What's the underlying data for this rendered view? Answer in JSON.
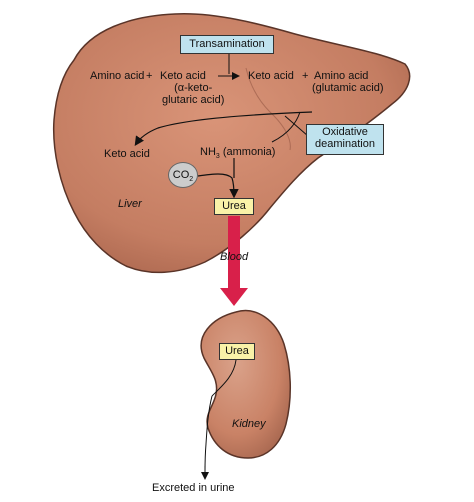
{
  "diagram": {
    "transamination": "Transamination",
    "reaction": {
      "amino_acid_1": "Amino acid",
      "plus_1": "+",
      "keto_acid_1": "Keto acid",
      "keto_acid_note": "(α-keto-\nglutaric acid)",
      "keto_acid_2": "Keto acid",
      "plus_2": "+",
      "amino_acid_2": "Amino acid",
      "amino_acid_note": "(glutamic acid)"
    },
    "oxidative_deamination": "Oxidative\ndeamination",
    "keto_acid_out": "Keto acid",
    "nh3_ammonia": "(ammonia)",
    "co2": "CO",
    "liver_label": "Liver",
    "urea_liver": "Urea",
    "blood_label": "Blood",
    "urea_kidney": "Urea",
    "kidney_label": "Kidney",
    "excreted": "Excreted in urine"
  },
  "colors": {
    "organ_fill": "#c98266",
    "organ_edge": "#5a3428",
    "transamination_box": "#bfe2ee",
    "urea_box": "#f9f2a8",
    "blood_arrow": "#d8204a",
    "co2_circle": "#cccccc"
  }
}
